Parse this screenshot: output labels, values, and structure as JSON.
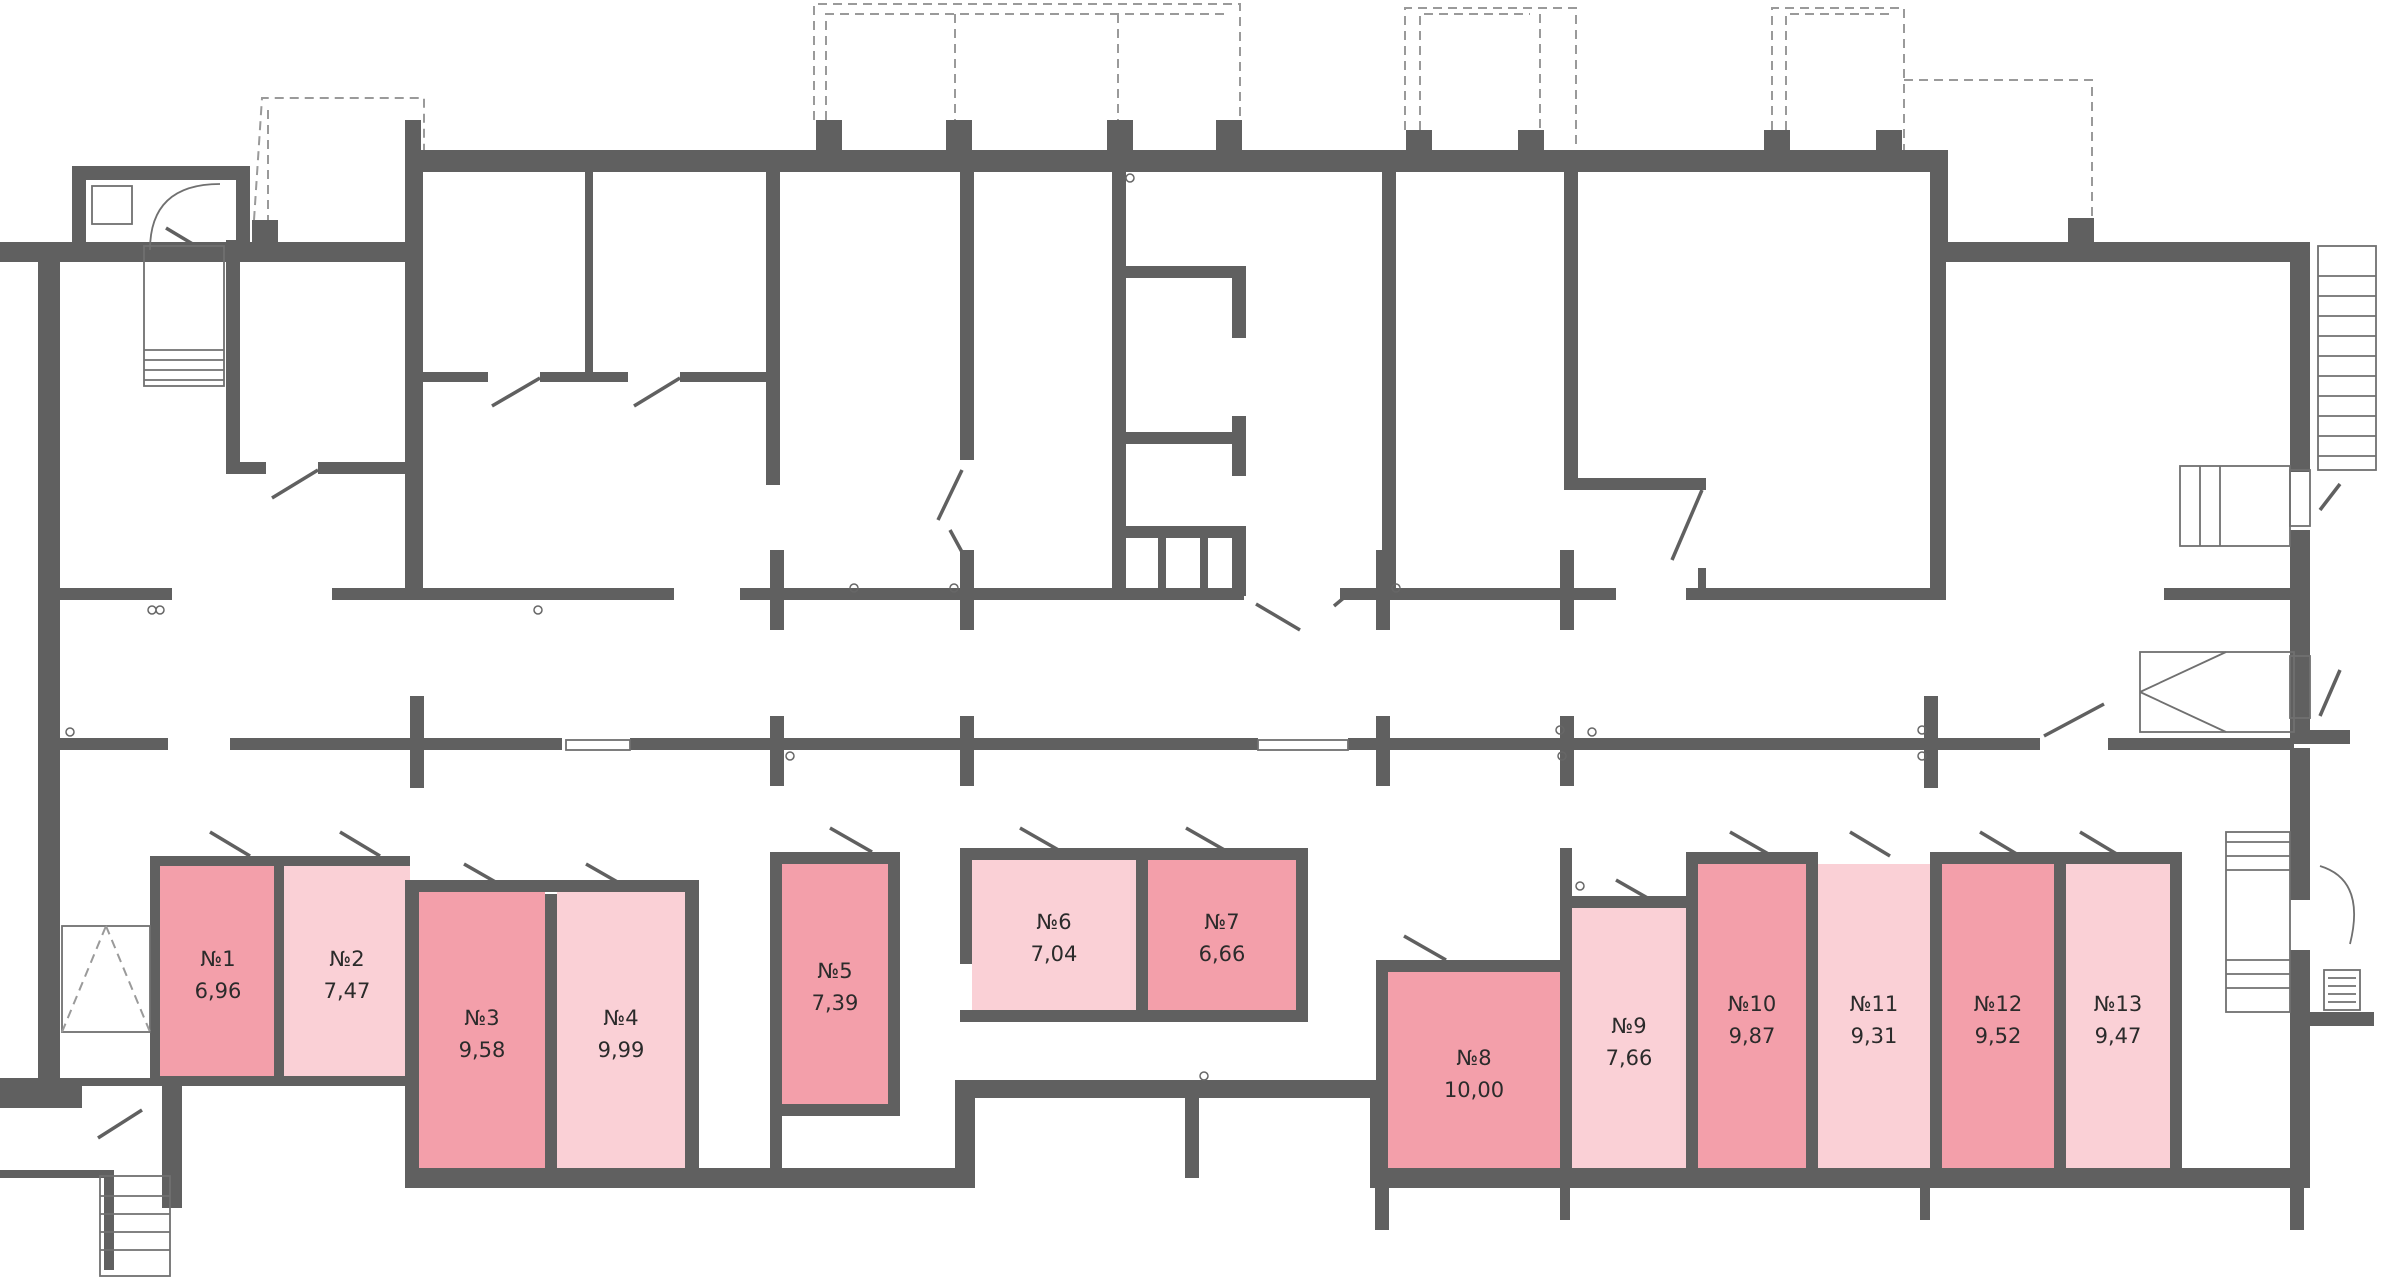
{
  "colors": {
    "wall": "#606060",
    "unit_dark": "#f39faa",
    "unit_light": "#fad0d6",
    "background": "#ffffff"
  },
  "storage_units": [
    {
      "id": "1",
      "label": "№1",
      "area": "6,96",
      "tone": "dark"
    },
    {
      "id": "2",
      "label": "№2",
      "area": "7,47",
      "tone": "light"
    },
    {
      "id": "3",
      "label": "№3",
      "area": "9,58",
      "tone": "dark"
    },
    {
      "id": "4",
      "label": "№4",
      "area": "9,99",
      "tone": "light"
    },
    {
      "id": "5",
      "label": "№5",
      "area": "7,39",
      "tone": "dark"
    },
    {
      "id": "6",
      "label": "№6",
      "area": "7,04",
      "tone": "light"
    },
    {
      "id": "7",
      "label": "№7",
      "area": "6,66",
      "tone": "dark"
    },
    {
      "id": "8",
      "label": "№8",
      "area": "10,00",
      "tone": "dark"
    },
    {
      "id": "9",
      "label": "№9",
      "area": "7,66",
      "tone": "light"
    },
    {
      "id": "10",
      "label": "№10",
      "area": "9,87",
      "tone": "dark"
    },
    {
      "id": "11",
      "label": "№11",
      "area": "9,31",
      "tone": "light"
    },
    {
      "id": "12",
      "label": "№12",
      "area": "9,52",
      "tone": "dark"
    },
    {
      "id": "13",
      "label": "№13",
      "area": "9,47",
      "tone": "light"
    }
  ]
}
